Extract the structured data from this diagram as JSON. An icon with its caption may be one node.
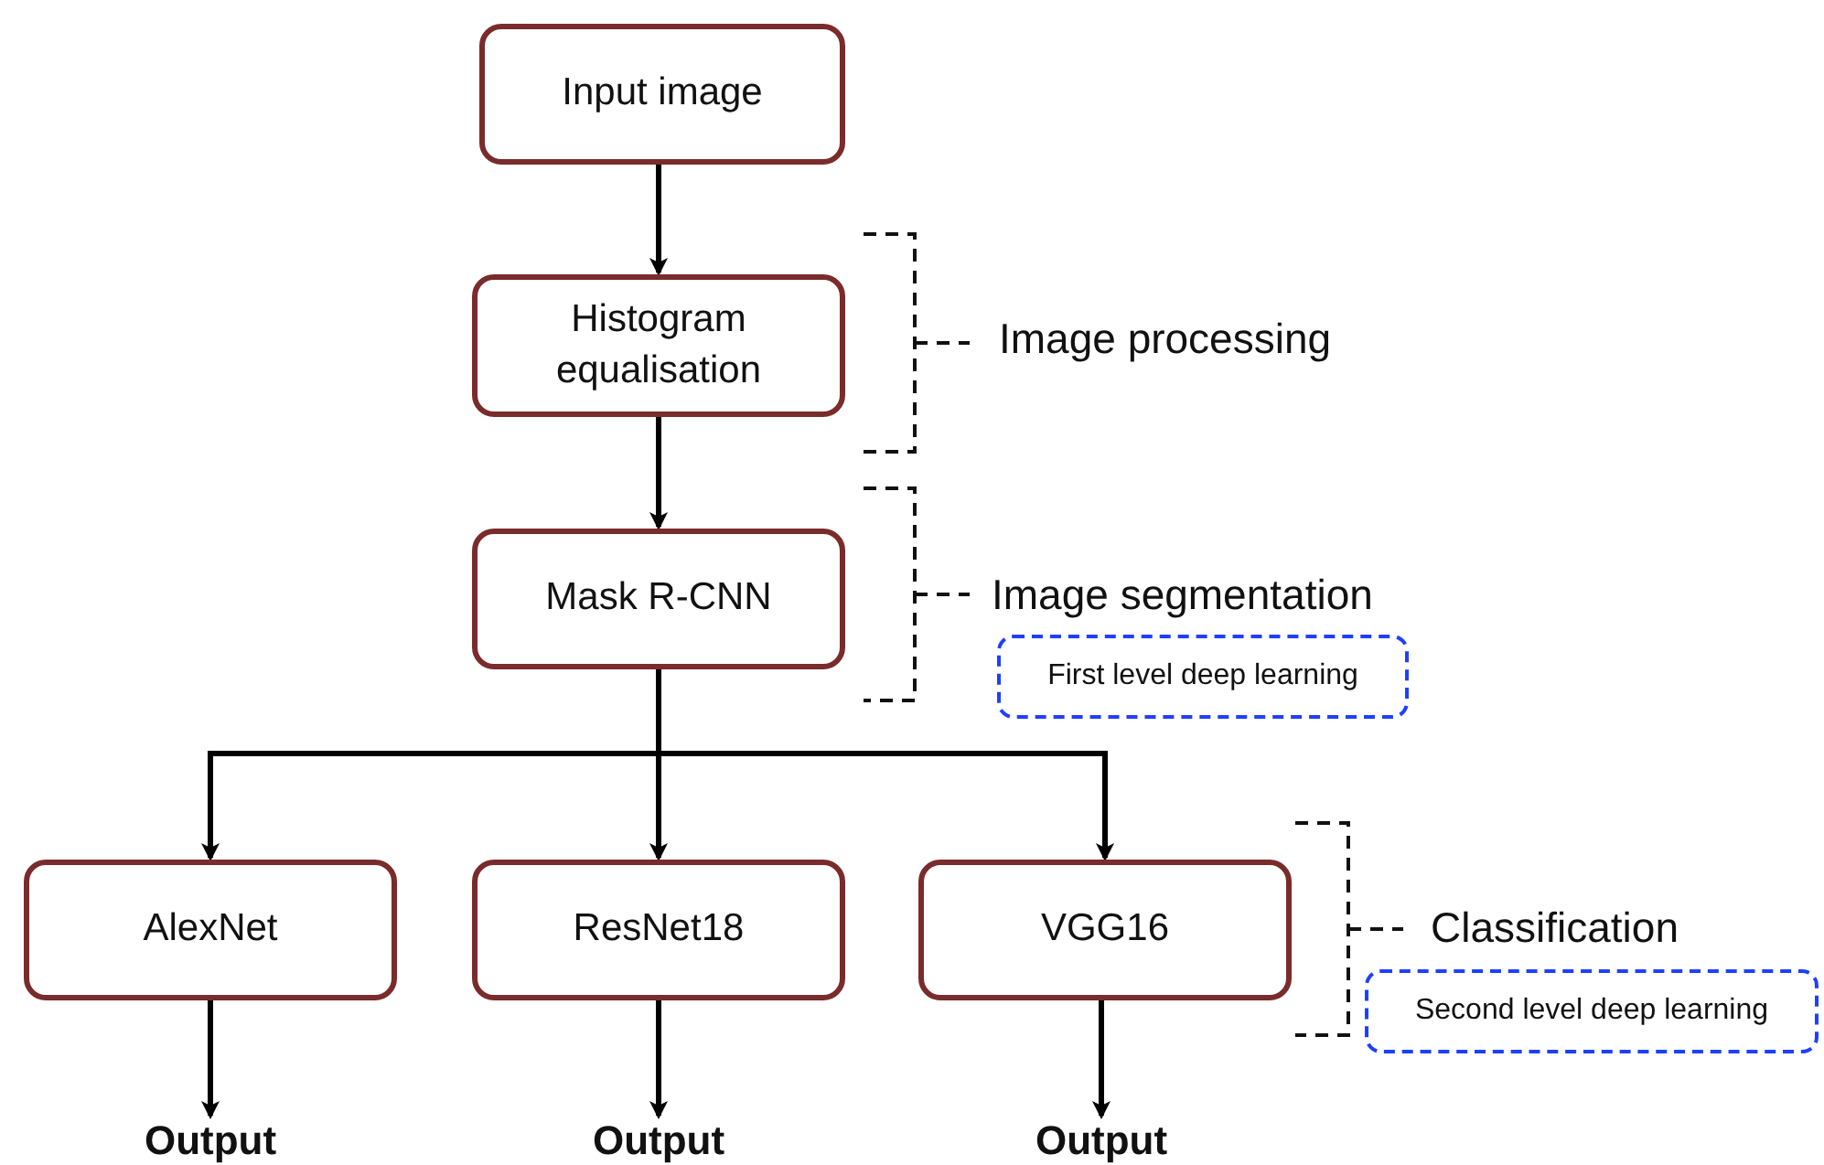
{
  "diagram": {
    "nodes": [
      {
        "text": [
          "Input image"
        ]
      },
      {
        "text": [
          "Histogram equalisation"
        ]
      },
      {
        "text": [
          "Mask R-CNN"
        ]
      },
      {
        "text": [
          "AlexNet"
        ]
      },
      {
        "text": [
          "ResNet18"
        ]
      },
      {
        "text": [
          "VGG16"
        ]
      },
      {
        "text": [
          "Output"
        ]
      },
      {
        "text": [
          "Output"
        ]
      },
      {
        "text": [
          "Output"
        ]
      },
      {
        "text": [
          "First level deep learning"
        ]
      },
      {
        "text": [
          "Second level deep learning"
        ]
      }
    ],
    "edges": [
      {
        "from": 0,
        "to": 1,
        "arrow": "to"
      },
      {
        "from": 1,
        "to": 2,
        "arrow": "to"
      },
      {
        "from": 2,
        "to": 3,
        "arrow": "to"
      },
      {
        "from": 2,
        "to": 4,
        "arrow": "to"
      },
      {
        "from": 2,
        "to": 5,
        "arrow": "to"
      },
      {
        "from": 3,
        "to": 6,
        "arrow": "to"
      },
      {
        "from": 4,
        "to": 7,
        "arrow": "to"
      },
      {
        "from": 5,
        "to": 8,
        "arrow": "to"
      }
    ],
    "labels": [
      "Image processing",
      "Image segmentation",
      "Classification"
    ]
  }
}
